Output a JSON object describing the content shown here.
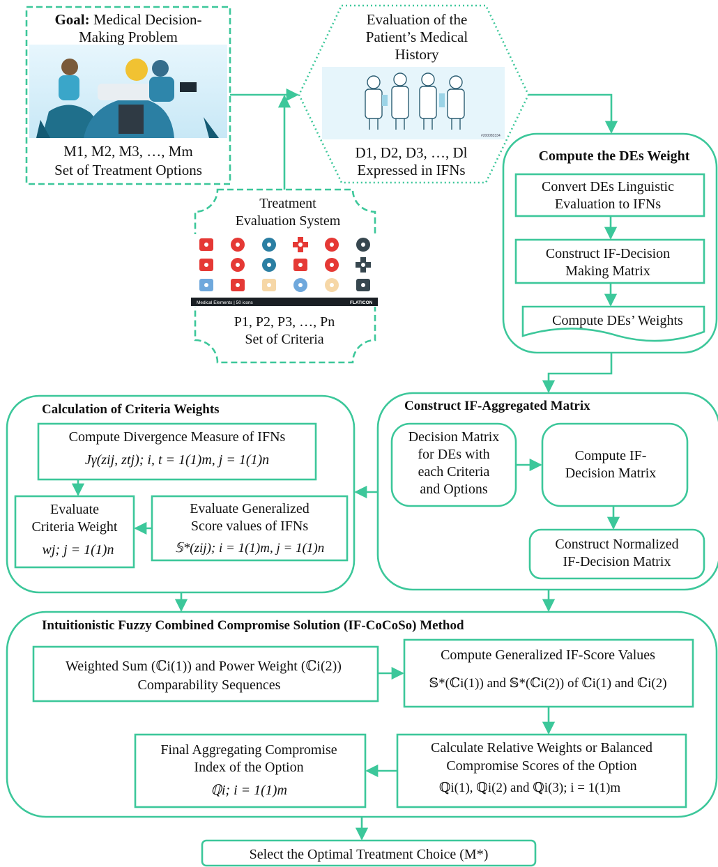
{
  "colors": {
    "accent": "#3cc79a",
    "sky": "#d9f0fb",
    "ink": "#111111"
  },
  "goal": {
    "title_bold": "Goal:",
    "title_rest": "Medical Decision-",
    "title_line2": "Making Problem",
    "options_math": "M1, M2, M3, …, Mm",
    "options_label": "Set  of  Treatment Options",
    "image_icon": "surgery-illustration"
  },
  "history": {
    "title_lines": [
      "Evaluation of the",
      "Patient’s Medical",
      "History"
    ],
    "experts_math": "D1, D2, D3, …, Dl",
    "experts_label": "Expressed in IFNs",
    "image_icon": "doctors-illustration",
    "image_stamp": "#200083334"
  },
  "criteria": {
    "title_lines": [
      "Treatment",
      "Evaluation System"
    ],
    "criteria_math": "P1, P2, P3, …, Pn",
    "criteria_label": "Set of Criteria",
    "icon_caption": "Medical Elements | 50 icons",
    "icon_brand": "FLATICON",
    "icons": [
      "heartbeat-icon",
      "heart-hands-icon",
      "drops-icon",
      "first-aid-kit-icon",
      "location-pin-icon",
      "stethoscope-icon",
      "medical-cross-icon",
      "magnifier-icon",
      "pills-icon",
      "medical-bag-icon",
      "nurse-icon",
      "cross-icon",
      "hospital-icon",
      "ambulance-icon",
      "clipboard-icon",
      "syringe-icon",
      "doctor-icon",
      "monitor-heart-icon"
    ]
  },
  "des_weight": {
    "title": "Compute the DEs Weight",
    "step1": [
      "Convert DEs Linguistic",
      "Evaluation to IFNs"
    ],
    "step2": [
      "Construct IF-Decision",
      "Making Matrix"
    ],
    "step3": "Compute DEs’ Weights"
  },
  "criteria_weights": {
    "title": "Calculation of Criteria Weights",
    "divergence_title": "Compute Divergence Measure of IFNs",
    "divergence_formula": "Jγ(zij, ztj);  i, t = 1(1)m,  j = 1(1)n",
    "evaluate_lines": [
      "Evaluate",
      "Criteria Weight"
    ],
    "evaluate_formula": "wj;  j = 1(1)n",
    "score_lines": [
      "Evaluate Generalized",
      "Score values of IFNs"
    ],
    "score_formula": "𝕊*(zij); i = 1(1)m, j = 1(1)n"
  },
  "aggregated": {
    "title": "Construct IF-Aggregated Matrix",
    "decision_lines": [
      "Decision Matrix",
      "for DEs with",
      "each Criteria",
      "and Options"
    ],
    "compute_lines": [
      "Compute IF-",
      "Decision Matrix"
    ],
    "normalized_lines": [
      "Construct Normalized",
      "IF-Decision Matrix"
    ]
  },
  "cocoso": {
    "title": "Intuitionistic Fuzzy Combined Compromise Solution (IF-CoCoSo) Method",
    "weighted_line1": "Weighted Sum (ℂi(1)) and Power Weight (ℂi(2))",
    "weighted_line2": "Comparability Sequences",
    "score_line1": "Compute Generalized IF-Score Values",
    "score_line2": "𝕊*(ℂi(1)) and 𝕊*(ℂi(2)) of ℂi(1) and ℂi(2)",
    "relative_line1": "Calculate  Relative Weights or Balanced",
    "relative_line2": "Compromise Scores of the Option",
    "relative_line3": "ℚi(1), ℚi(2) and ℚi(3); i = 1(1)m",
    "final_line1": "Final Aggregating Compromise",
    "final_line2": "Index of the Option",
    "final_line3": "ℚi; i = 1(1)m"
  },
  "result": {
    "label": "Select the Optimal Treatment Choice (M*)"
  }
}
